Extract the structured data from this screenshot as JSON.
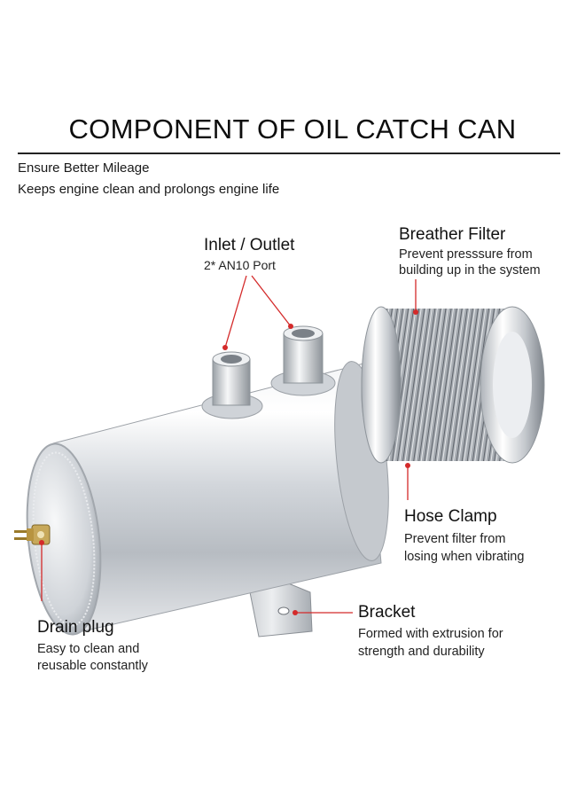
{
  "header": {
    "title": "COMPONENT OF OIL CATCH CAN",
    "lines": [
      "Ensure Better Mileage",
      "Keeps engine clean and prolongs engine life"
    ]
  },
  "callouts": {
    "inlet": {
      "label": "Inlet  / Outlet",
      "desc": "2* AN10 Port"
    },
    "breather": {
      "label": "Breather Filter",
      "desc": [
        "Prevent presssure from",
        "building up in the system"
      ]
    },
    "clamp": {
      "label": "Hose Clamp",
      "desc": [
        "Prevent filter from",
        "losing when vibrating"
      ]
    },
    "drain": {
      "label": "Drain plug",
      "desc": [
        "Easy to clean and",
        "reusable constantly"
      ]
    },
    "bracket": {
      "label": "Bracket",
      "desc": [
        "Formed with extrusion for",
        "strength and durability"
      ]
    }
  },
  "colors": {
    "leader": "#d42a2a",
    "metal": "#d9dde2",
    "filter_mesh": "#8d9299"
  }
}
